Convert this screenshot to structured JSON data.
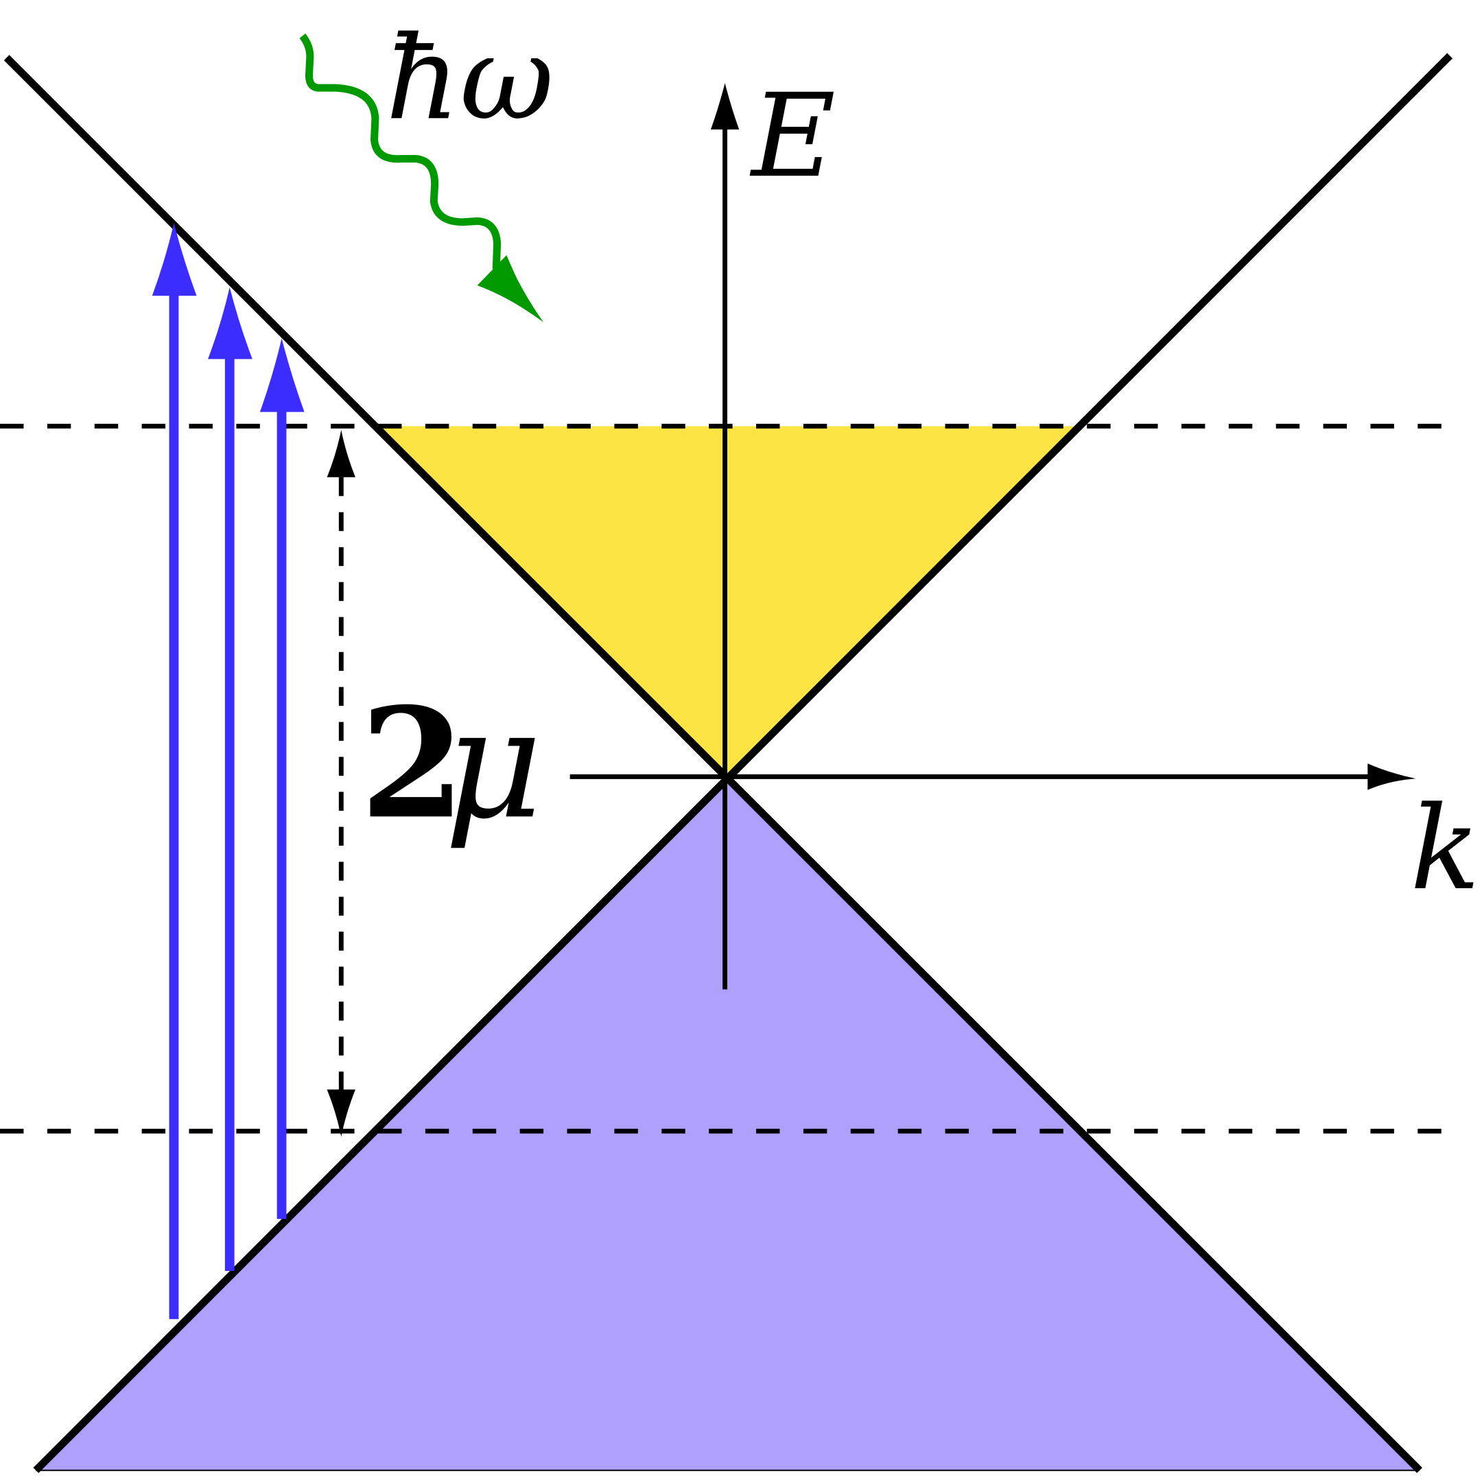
{
  "figure": {
    "title": "Dirac cone with chemical potential and Pauli-blocked interband transitions",
    "colors": {
      "conduction_filled": "#fbe443",
      "valence_filled": "#afa0fd",
      "transitions": "#3a2dfd",
      "photon": "#009a00",
      "lines": "#000000"
    }
  },
  "labels": {
    "photon": "ħω",
    "energy_axis": "E",
    "momentum_axis": "k",
    "gap_two": "2",
    "gap_mu": "μ"
  },
  "elements": {
    "dirac_cone": "linear dispersion E = ±ħv|k|",
    "fermi_level_upper": "E = +μ (dashed)",
    "fermi_level_lower": "E = −μ (dashed)",
    "transitions_count": 3
  }
}
